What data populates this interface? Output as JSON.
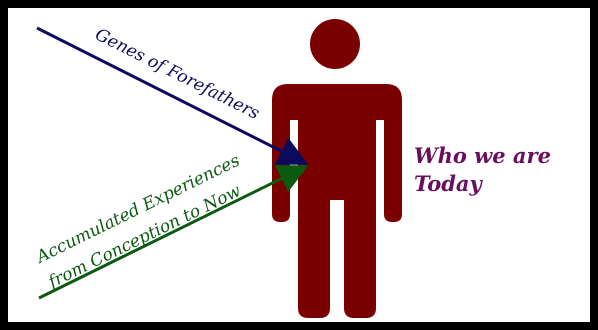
{
  "labels": {
    "genes": "Genes of Forefathers",
    "experiences_line1": "Accumulated Experiences",
    "experiences_line2": "from Conception to Now",
    "result_line1": "Who we are",
    "result_line2": "Today"
  },
  "colors": {
    "frame": "#000000",
    "figure": "#7a0000",
    "genes_arrow": "#0b0b5e",
    "experiences_arrow": "#0a5a10",
    "result_text": "#6a0f5f"
  }
}
